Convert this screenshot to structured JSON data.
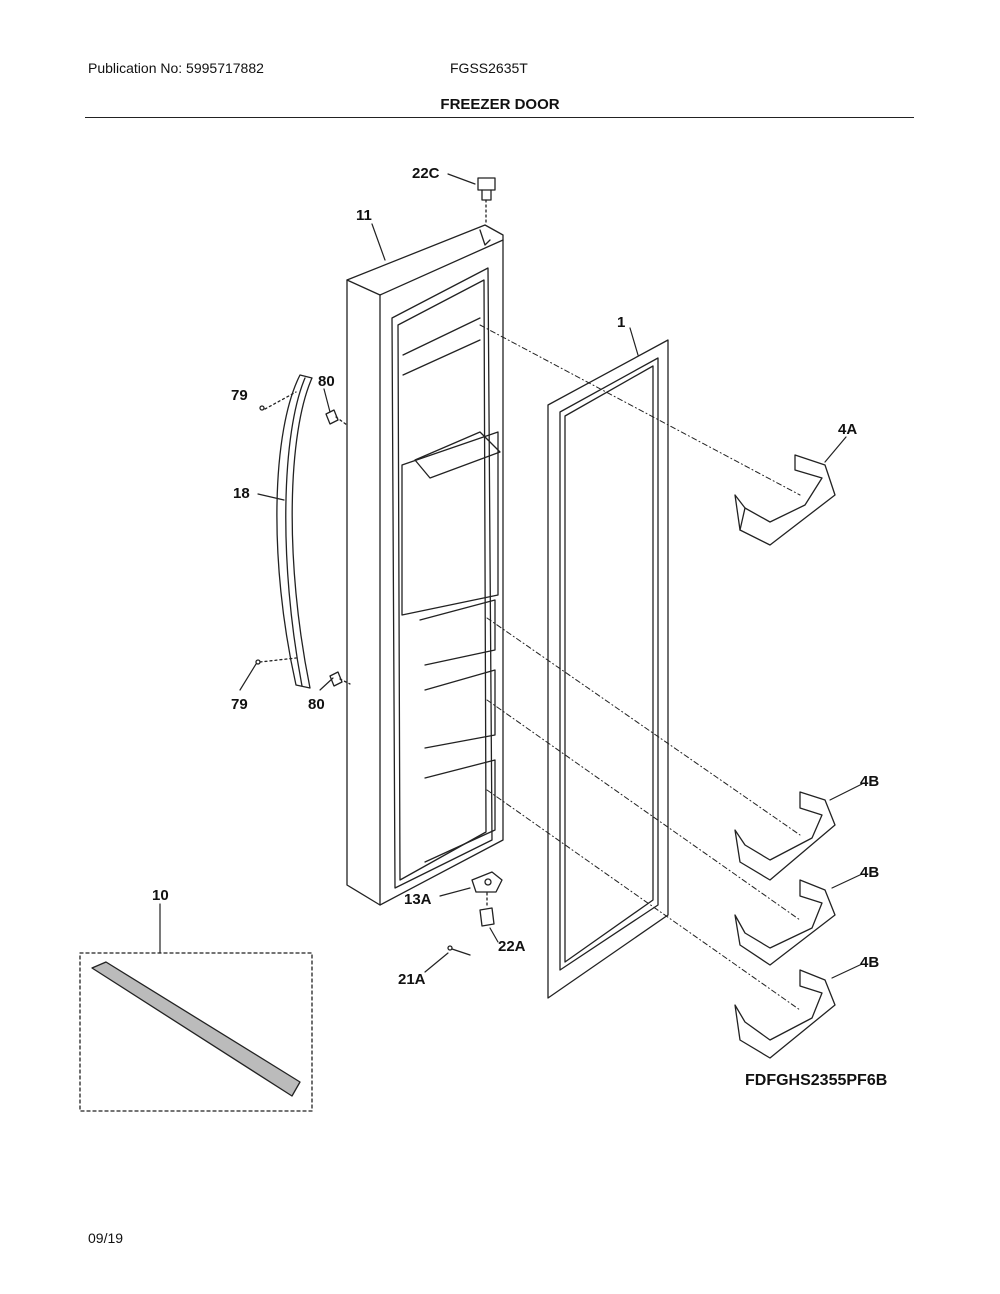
{
  "header": {
    "publication": "Publication No: 5995717882",
    "model": "FGSS2635T",
    "title": "FREEZER DOOR"
  },
  "callouts": {
    "c22C": "22C",
    "c11": "11",
    "c1": "1",
    "c80_top": "80",
    "c79_top": "79",
    "c4A": "4A",
    "c18": "18",
    "c79_bottom": "79",
    "c80_bottom": "80",
    "c4B_1": "4B",
    "c4B_2": "4B",
    "c4B_3": "4B",
    "c10": "10",
    "c13A": "13A",
    "c22A": "22A",
    "c21A": "21A"
  },
  "footer": {
    "figure_code": "FDFGHS2355PF6B",
    "date": "09/19"
  }
}
